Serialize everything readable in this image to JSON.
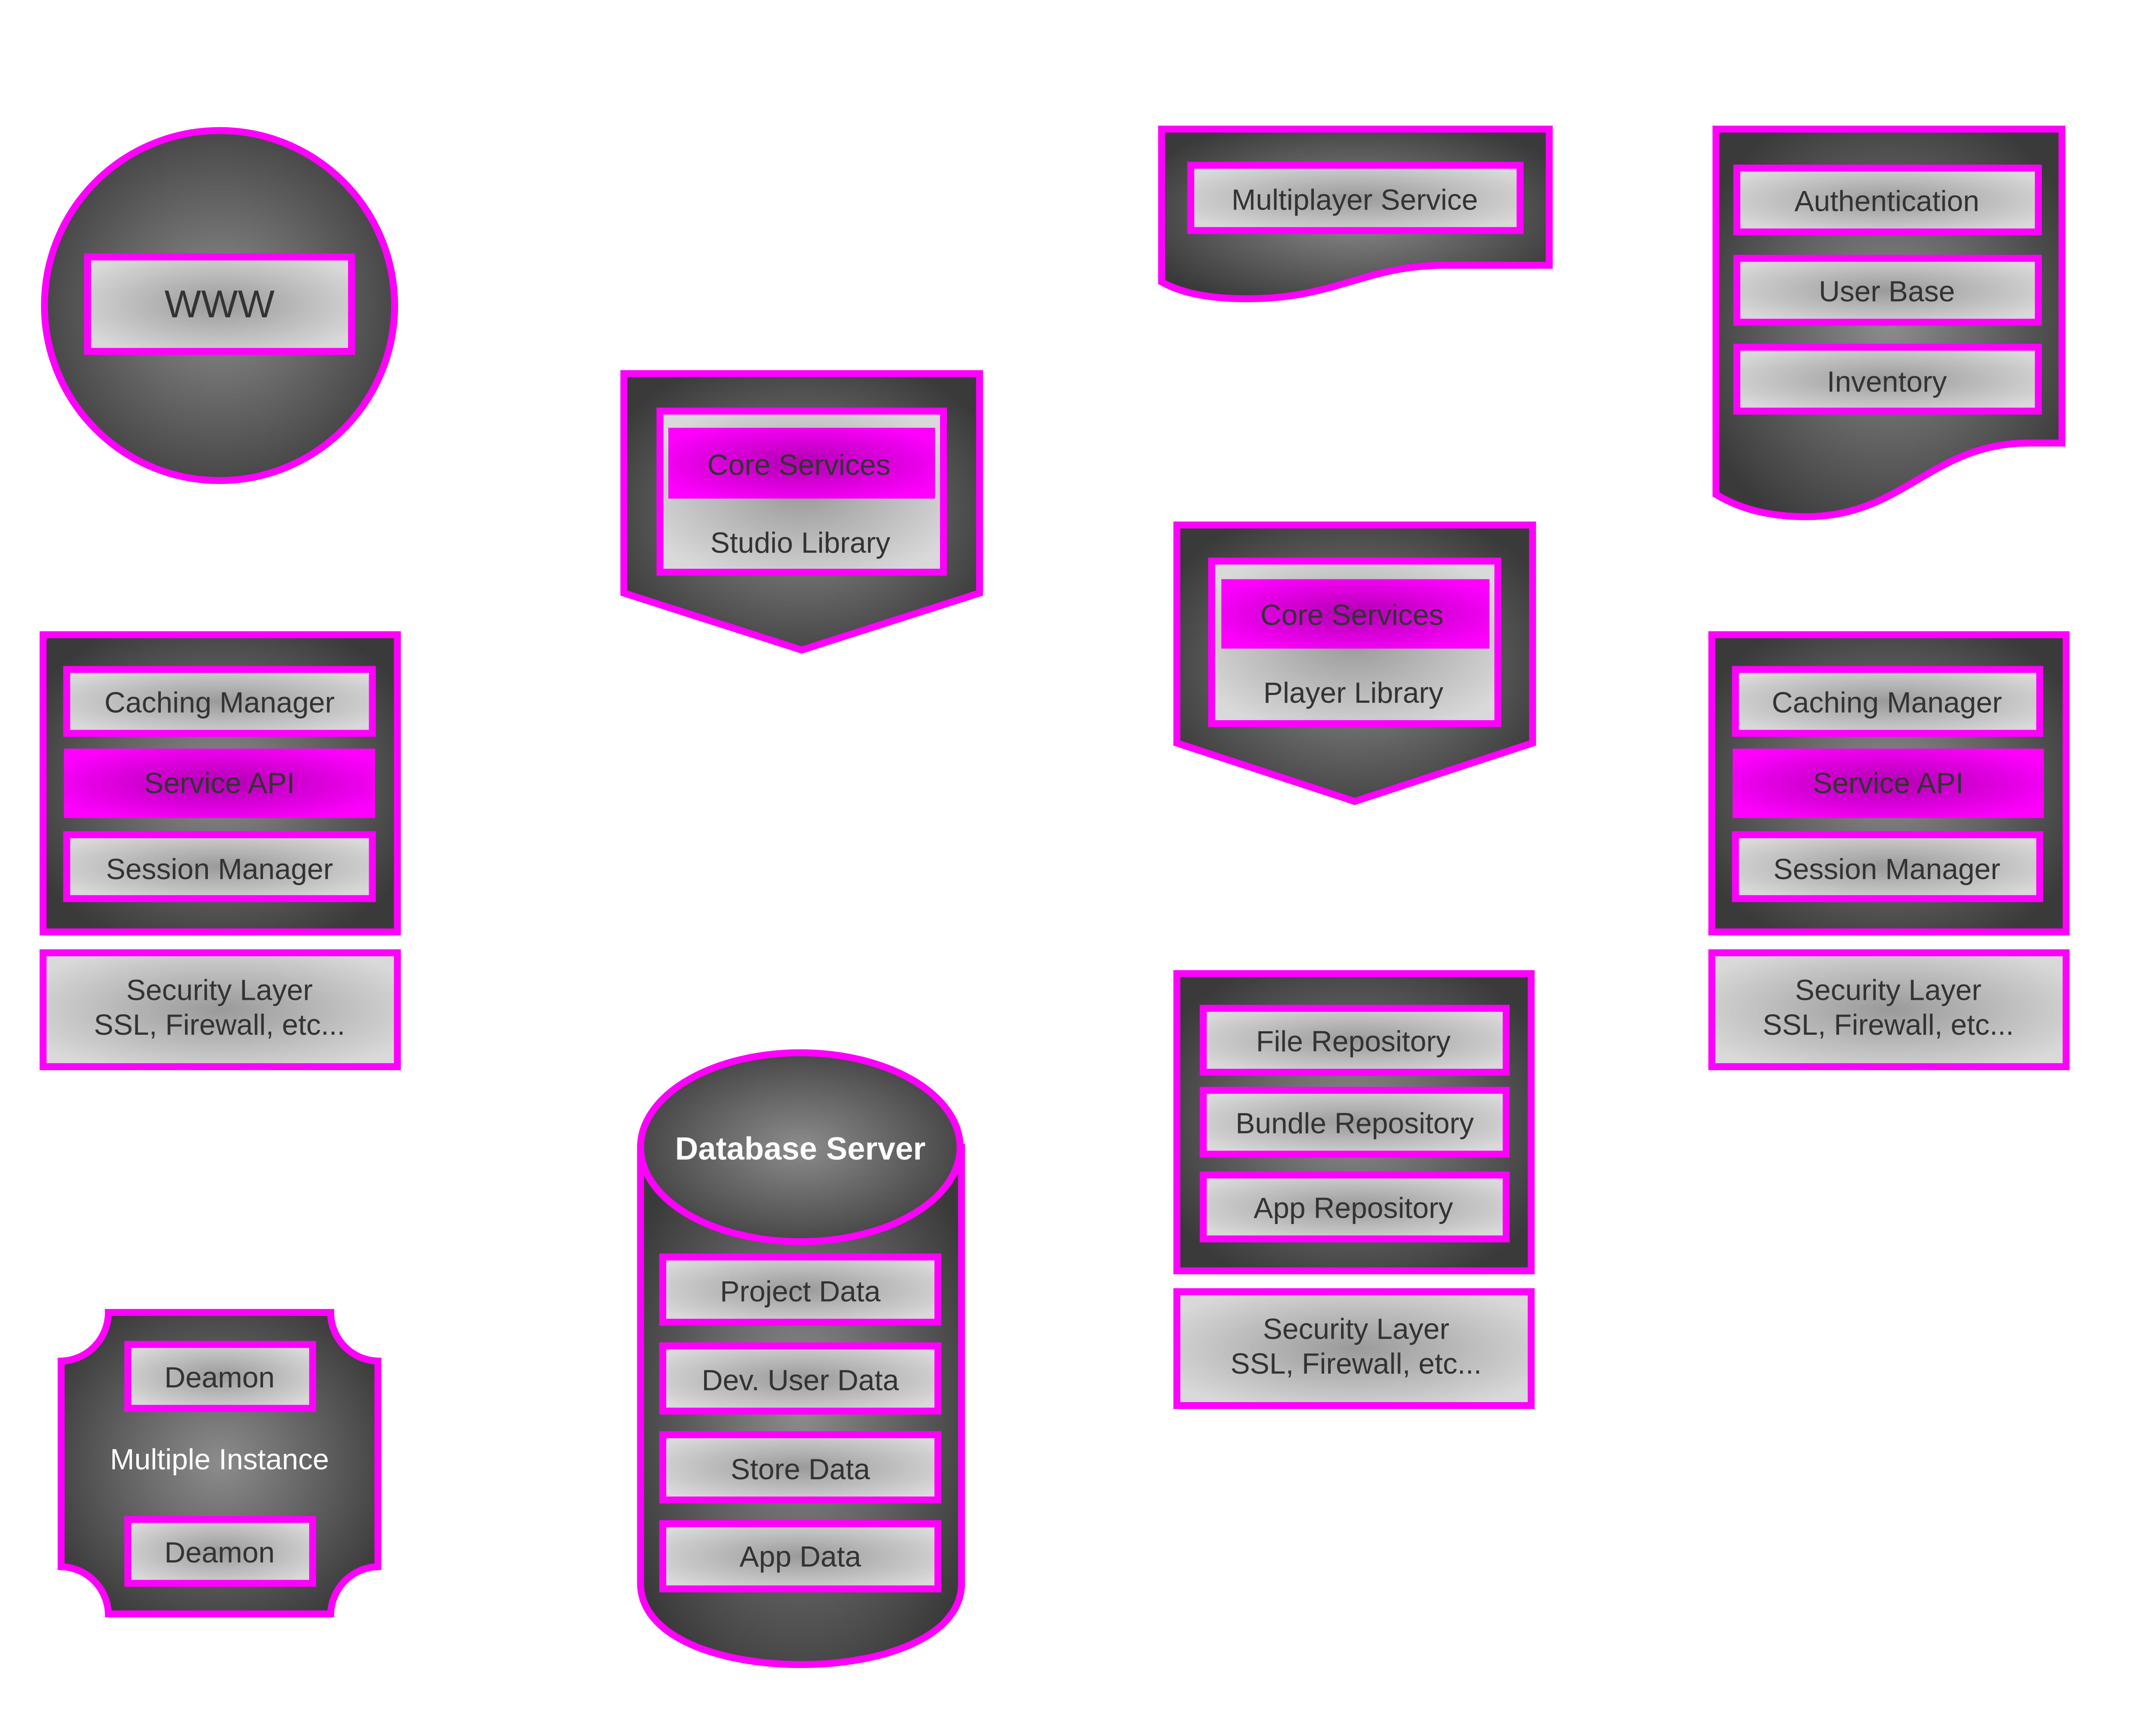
{
  "colors": {
    "border": "#ff00ff",
    "dark_fill": "#3a3a3a",
    "dark_center": "#8c8c8c",
    "light_fill": "#d9d9d9",
    "light_center": "#9a9a9a",
    "accent_fill": "#ff00ff",
    "accent_center": "#b000b0",
    "text_dark": "#333333",
    "text_light": "#ffffff"
  },
  "www": {
    "label": "WWW"
  },
  "studio_library": {
    "core_services": "Core Services",
    "label": "Studio Library"
  },
  "multiplayer": {
    "label": "Multiplayer Service"
  },
  "user_services": {
    "items": [
      "Authentication",
      "User Base",
      "Inventory"
    ]
  },
  "player_library": {
    "core_services": "Core Services",
    "label": "Player Library"
  },
  "web_server_left": {
    "caching": "Caching Manager",
    "service_api": "Service API",
    "session": "Session Manager",
    "security_line1": "Security Layer",
    "security_line2": "SSL, Firewall, etc..."
  },
  "web_server_right": {
    "caching": "Caching Manager",
    "service_api": "Service API",
    "session": "Session Manager",
    "security_line1": "Security Layer",
    "security_line2": "SSL, Firewall, etc..."
  },
  "database": {
    "title": "Database Server",
    "items": [
      "Project Data",
      "Dev. User Data",
      "Store Data",
      "App Data"
    ]
  },
  "repositories": {
    "items": [
      "File Repository",
      "Bundle Repository",
      "App Repository"
    ],
    "security_line1": "Security Layer",
    "security_line2": "SSL, Firewall, etc..."
  },
  "daemons": {
    "top": "Deamon",
    "middle": "Multiple Instance",
    "bottom": "Deamon"
  }
}
